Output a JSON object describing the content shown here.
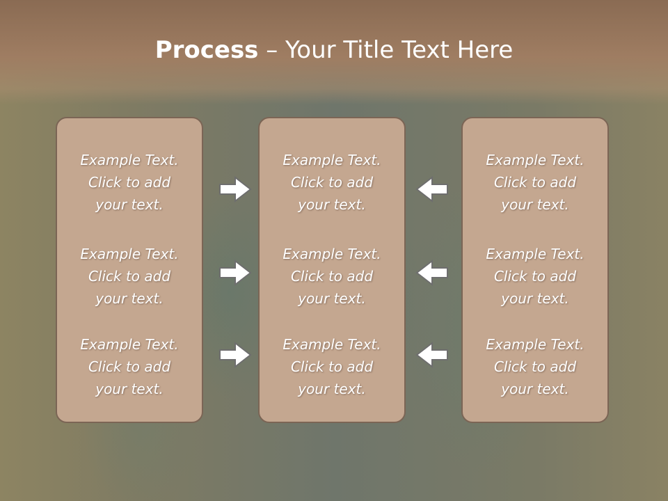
{
  "title": {
    "bold": "Process",
    "rest": " – Your Title Text Here"
  },
  "columns": [
    {
      "items": [
        {
          "l1": "Example Text.",
          "l2": "Click  to add",
          "l3": "your text."
        },
        {
          "l1": "Example Text.",
          "l2": "Click  to add",
          "l3": "your text."
        },
        {
          "l1": "Example Text.",
          "l2": "Click  to add",
          "l3": "your text."
        }
      ]
    },
    {
      "items": [
        {
          "l1": "Example Text.",
          "l2": "Click  to add",
          "l3": "your text."
        },
        {
          "l1": "Example Text.",
          "l2": "Click  to add",
          "l3": "your text."
        },
        {
          "l1": "Example Text.",
          "l2": "Click  to add",
          "l3": "your text."
        }
      ]
    },
    {
      "items": [
        {
          "l1": "Example Text.",
          "l2": "Click  to add",
          "l3": "your text."
        },
        {
          "l1": "Example Text.",
          "l2": "Click  to add",
          "l3": "your text."
        },
        {
          "l1": "Example Text.",
          "l2": "Click  to add",
          "l3": "your text."
        }
      ]
    }
  ],
  "colors": {
    "panel": "#c4a790",
    "panel_border": "#7b6555",
    "title_bar": "#9f7d62",
    "arrow_fill": "#ffffff",
    "arrow_stroke": "#6e6e6e"
  },
  "icons": {
    "left_arrows": "arrow-right-icon",
    "right_arrows": "arrow-left-icon"
  }
}
